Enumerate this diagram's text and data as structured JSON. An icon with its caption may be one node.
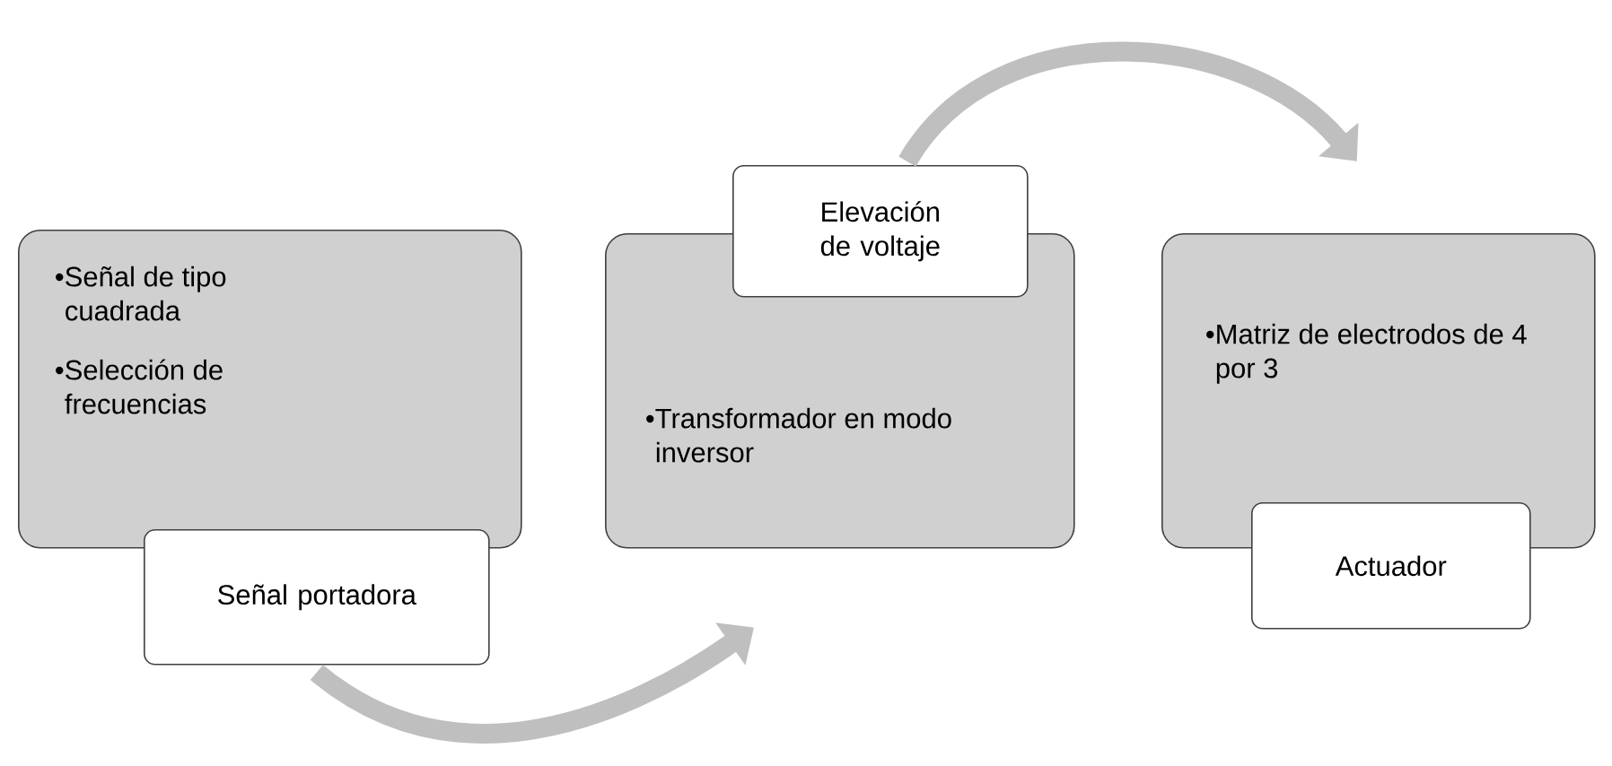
{
  "diagram": {
    "nodes": [
      {
        "text": [
          "•Señal de tipo cuadrada",
          "•Selección de frecuencias"
        ]
      },
      {
        "text": [
          "Señal portadora"
        ]
      },
      {
        "text": [
          "•Transformador en modo inversor"
        ]
      },
      {
        "text": [
          "Elevación de voltaje"
        ]
      },
      {
        "text": [
          "•Matriz de electrodos de 4 por 3"
        ]
      },
      {
        "text": [
          "Actuador"
        ]
      }
    ],
    "edges": [
      {
        "from": 1,
        "to": 2,
        "arrow": "to"
      },
      {
        "from": 3,
        "to": 4,
        "arrow": "to"
      }
    ]
  }
}
